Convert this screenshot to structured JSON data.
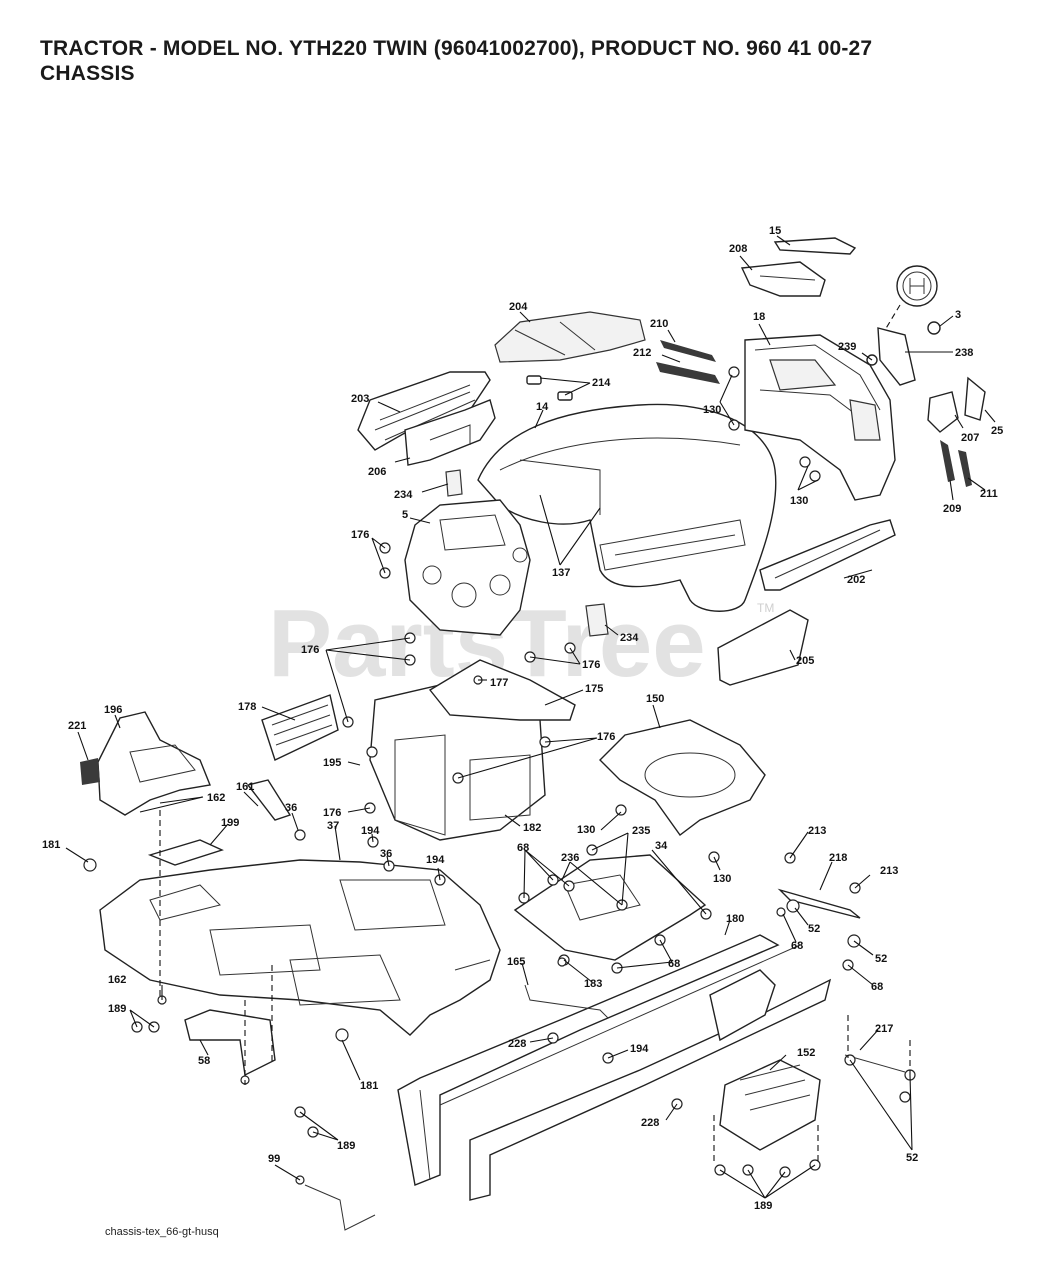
{
  "title": {
    "line1": "TRACTOR - MODEL NO. YTH220 TWIN (96041002700), PRODUCT NO. 960 41 00-27",
    "line2": "CHASSIS"
  },
  "watermark": "PartsTree",
  "watermark_tm": "TM",
  "footer": "chassis-tex_66-gt-husq",
  "callouts": {
    "c15": "15",
    "c208": "208",
    "c3": "3",
    "c204": "204",
    "c210": "210",
    "c18": "18",
    "c239": "239",
    "c238": "238",
    "c212": "212",
    "c214": "214",
    "c203": "203",
    "c14": "14",
    "c130a": "130",
    "c207": "207",
    "c25": "25",
    "c206": "206",
    "c234a": "234",
    "c130b": "130",
    "c211": "211",
    "c209": "209",
    "c5": "5",
    "c176a": "176",
    "c137": "137",
    "c202": "202",
    "c234b": "234",
    "c176b": "176",
    "c176c": "176",
    "c205": "205",
    "c177": "177",
    "c175": "175",
    "c150": "150",
    "c178": "178",
    "c196": "196",
    "c176d": "176",
    "c221": "221",
    "c195": "195",
    "c162a": "162",
    "c176e": "176",
    "c161": "161",
    "c199": "199",
    "c36a": "36",
    "c182": "182",
    "c130c": "130",
    "c235": "235",
    "c37": "37",
    "c194a": "194",
    "c181a": "181",
    "c36b": "36",
    "c68a": "68",
    "c236": "236",
    "c34": "34",
    "c130d": "130",
    "c194b": "194",
    "c213a": "213",
    "c218": "218",
    "c213b": "213",
    "c52a": "52",
    "c68b": "68",
    "c180": "180",
    "c52b": "52",
    "c68c": "68",
    "c165": "165",
    "c183": "183",
    "c68d": "68",
    "c162b": "162",
    "c189a": "189",
    "c217": "217",
    "c228a": "228",
    "c152": "152",
    "c194c": "194",
    "c58": "58",
    "c181b": "181",
    "c228b": "228",
    "c189b": "189",
    "c52c": "52",
    "c99": "99",
    "c189c": "189"
  }
}
